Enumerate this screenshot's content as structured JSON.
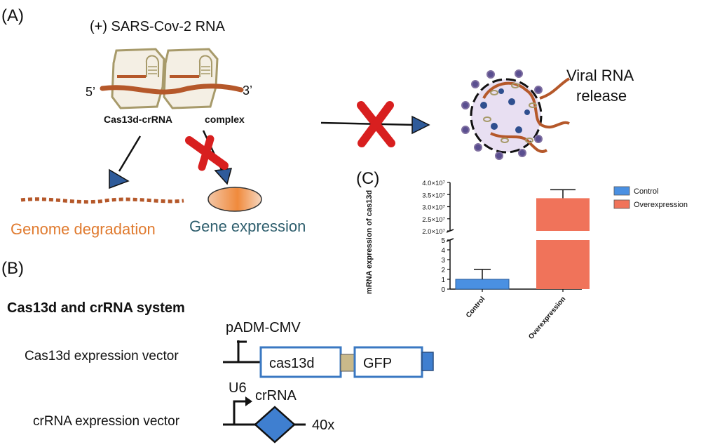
{
  "panel_a": {
    "label": "(A)",
    "title": "(+) SARS-Cov-2 RNA",
    "five_prime": "5’",
    "three_prime": "3’",
    "complex_label_1": "Cas13d-crRNA",
    "complex_label_2": "complex",
    "genome_degradation": "Genome degradation",
    "gene_expression": "Gene expression",
    "viral_release_1": "Viral RNA",
    "viral_release_2": "release",
    "colors": {
      "rna": "#b5582a",
      "block_red": "#d81f1f",
      "arrow_head": "#2f5b9a",
      "degradation_text": "#e07a2e",
      "expression_text": "#2f5f6e"
    }
  },
  "panel_b": {
    "label": "(B)",
    "title": "Cas13d and crRNA system",
    "vector1_label": "Cas13d expression vector",
    "promoter1": "pADM-CMV",
    "gene1": "cas13d",
    "gene2": "GFP",
    "vector2_label": "crRNA expression vector",
    "promoter2": "U6",
    "crrna": "crRNA",
    "repeat": "40x",
    "colors": {
      "box_border": "#3a78c2",
      "linker": "#c9b98a",
      "diamond": "#3f7fd0"
    }
  },
  "panel_c": {
    "label": "(C)",
    "chart_data": {
      "type": "bar",
      "categories": [
        "Control",
        "Overexpression"
      ],
      "values": [
        1,
        33500000
      ],
      "errors": [
        1,
        3500000
      ],
      "ylabel": "mRNA expression of cas13d",
      "axis": "broken",
      "lower_ylim": [
        0,
        5
      ],
      "upper_ylim": [
        20000000,
        40000000
      ],
      "lower_ticks": [
        "0",
        "1",
        "2",
        "3",
        "4",
        "5"
      ],
      "upper_ticks": [
        "2.0×10⁷",
        "2.5×10⁷",
        "3.0×10⁷",
        "3.5×10⁷",
        "4.0×10⁷"
      ],
      "legend": [
        "Control",
        "Overexpression"
      ],
      "legend_position": "right",
      "colors": [
        "#4a90e2",
        "#f0735a"
      ]
    }
  }
}
